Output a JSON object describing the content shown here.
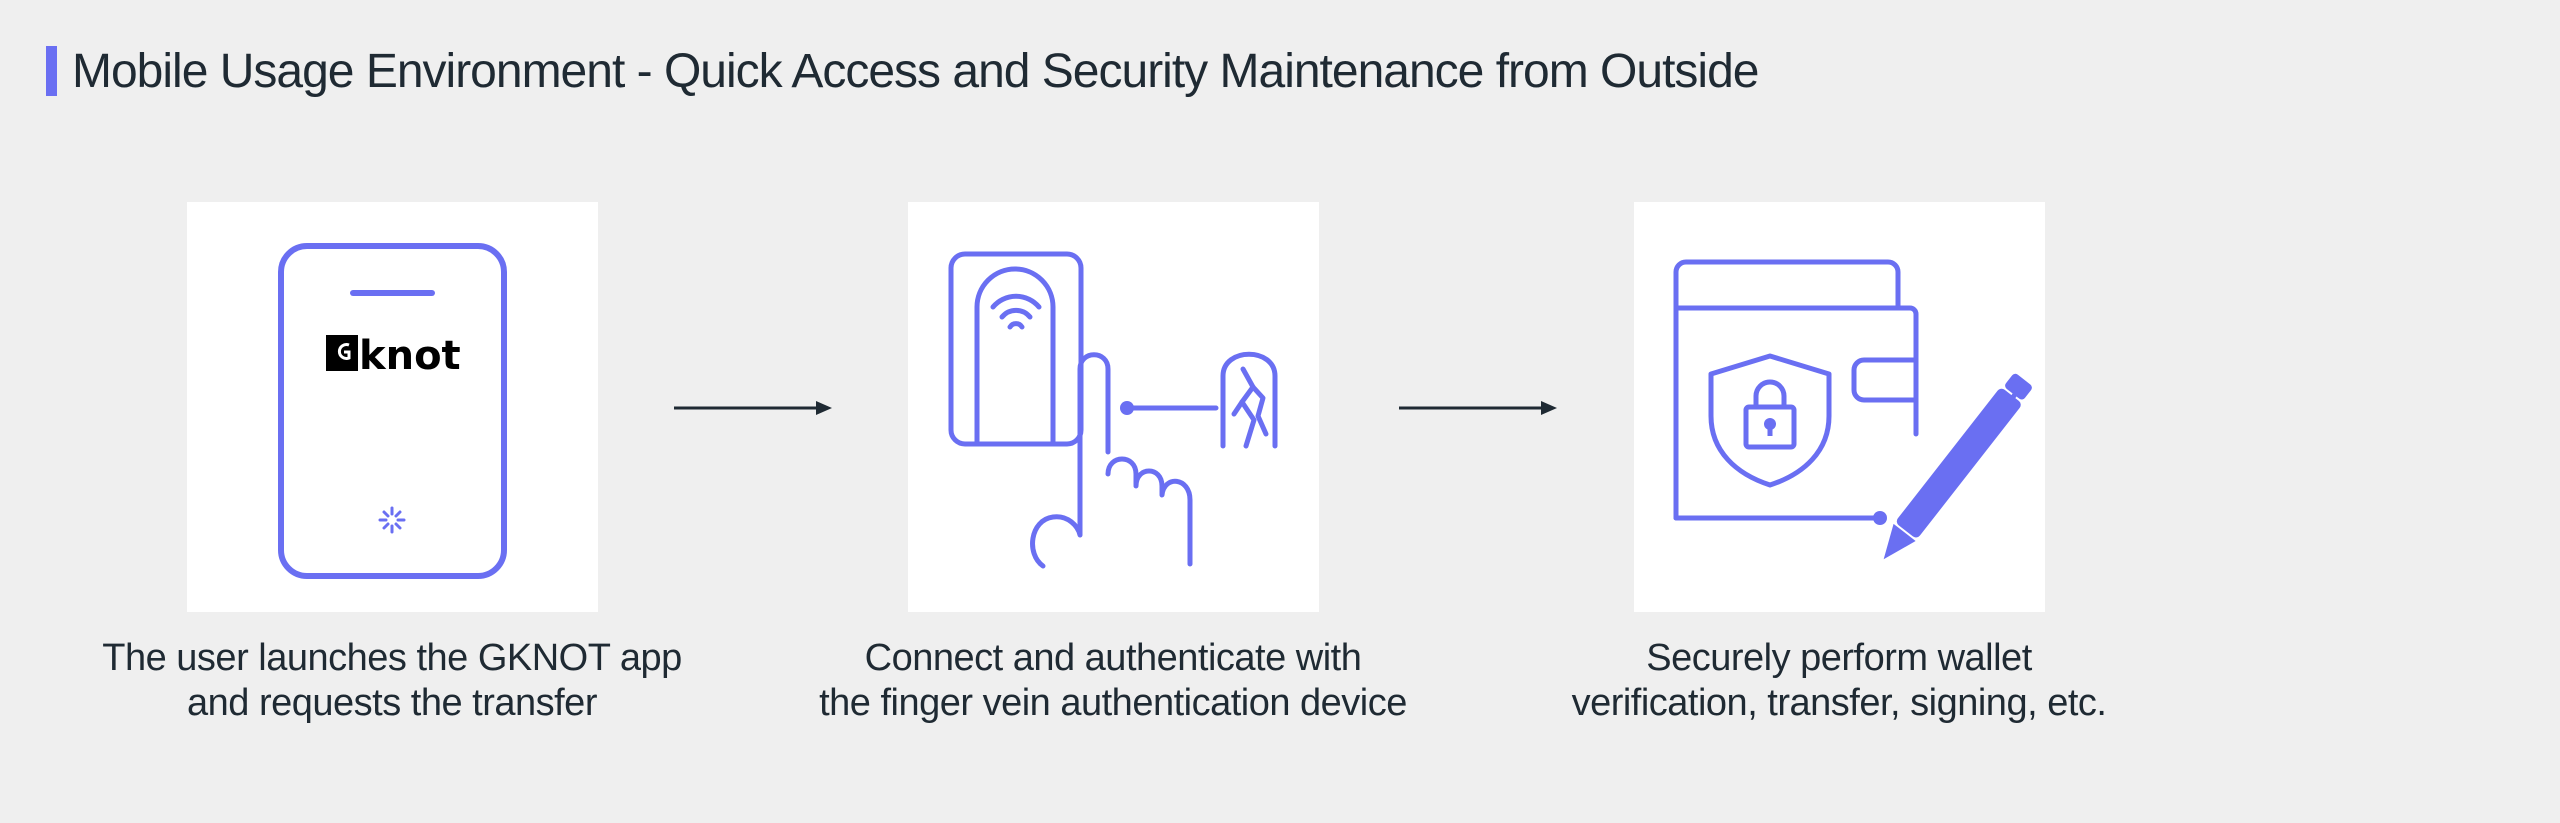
{
  "header": {
    "title": "Mobile Usage Environment - Quick Access and Security Maintenance from Outside"
  },
  "colors": {
    "accent": "#6a6ff2",
    "background": "#efefef",
    "card": "#ffffff",
    "text": "#1f2a33"
  },
  "steps": [
    {
      "icon": "smartphone-icon",
      "logo_text": "knot",
      "caption_line1": "The user launches the GKNOT app",
      "caption_line2": "and requests the transfer"
    },
    {
      "icon": "finger-vein-device-icon",
      "caption_line1": "Connect and authenticate with",
      "caption_line2": "the finger vein authentication device"
    },
    {
      "icon": "secure-wallet-signing-icon",
      "caption_line1": "Securely perform wallet",
      "caption_line2": "verification, transfer, signing, etc."
    }
  ]
}
